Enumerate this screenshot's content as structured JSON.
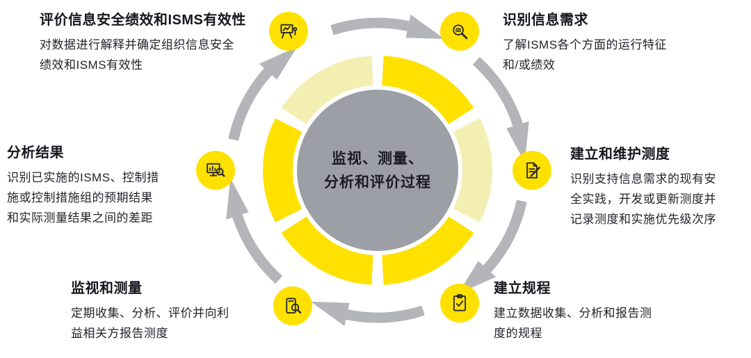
{
  "center": {
    "line1": "监视、测量、",
    "line2": "分析和评价过程"
  },
  "nodes": [
    {
      "id": "evaluate-effectiveness",
      "title": "评价信息安全绩效和ISMS有效性",
      "body": "对数据进行解释并确定组织信息安全绩效和ISMS有效性",
      "icon": "presentation-board-icon"
    },
    {
      "id": "identify-information-needs",
      "title": "识别信息需求",
      "body": "了解ISMS各个方面的运行特征和/或绩效",
      "icon": "magnifier-icon"
    },
    {
      "id": "establish-maintain-measures",
      "title": "建立和维护测度",
      "body": "识别支持信息需求的现有安全实践，开发或更新测度并记录测度和实施优先级次序",
      "icon": "document-pencil-icon"
    },
    {
      "id": "establish-procedures",
      "title": "建立规程",
      "body": "建立数据收集、分析和报告测度的规程",
      "icon": "clipboard-check-icon"
    },
    {
      "id": "monitor-and-measure",
      "title": "监视和测量",
      "body": "定期收集、分析、评价并向利益相关方报告测度",
      "icon": "device-magnifier-icon"
    },
    {
      "id": "analyze-results",
      "title": "分析结果",
      "body": "识别已实施的ISMS、控制措施或控制措施组的预期结果和实际测量结果之间的差距",
      "icon": "monitor-magnifier-icon"
    }
  ],
  "colors": {
    "bright_yellow": "#FFE100",
    "pale_yellow": "#F3EFB2",
    "center_gray": "#9C9FA6",
    "arrow_gray": "#B3B5B9",
    "text_dark": "#1b1b24"
  }
}
